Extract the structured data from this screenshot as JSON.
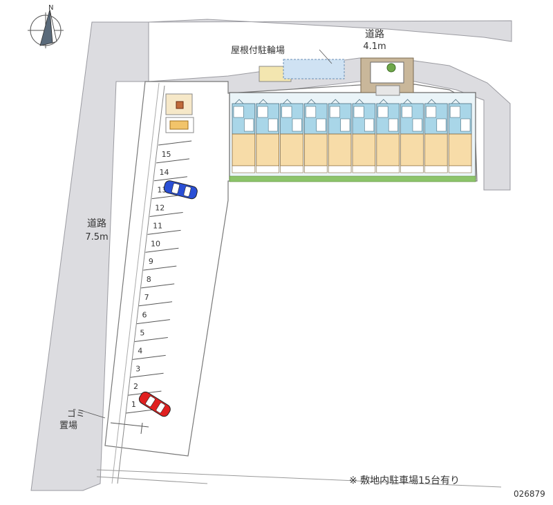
{
  "map": {
    "north_label": "N",
    "road_top": {
      "name": "道路",
      "width": "4.1m"
    },
    "road_left": {
      "name": "道路",
      "width": "7.5m"
    },
    "bicycle_parking_label": "屋根付駐輪場",
    "garbage_label_line1": "ゴミ",
    "garbage_label_line2": "置場",
    "parking_numbers": [
      "1",
      "2",
      "3",
      "4",
      "5",
      "6",
      "7",
      "8",
      "9",
      "10",
      "11",
      "12",
      "13",
      "14",
      "15"
    ],
    "note": "※ 敷地内駐車場15台有り",
    "property_id": "026879",
    "unit_count": 10,
    "cars": [
      {
        "space": "13",
        "color": "#2a4fd6"
      },
      {
        "space": "1",
        "color": "#e02020"
      }
    ],
    "colors": {
      "road": "#d9d9dd",
      "building_blue": "#a9d6e8",
      "room_floor": "#f7dca8",
      "hedge": "#7fbf5f",
      "lot": "#ffffff"
    }
  }
}
